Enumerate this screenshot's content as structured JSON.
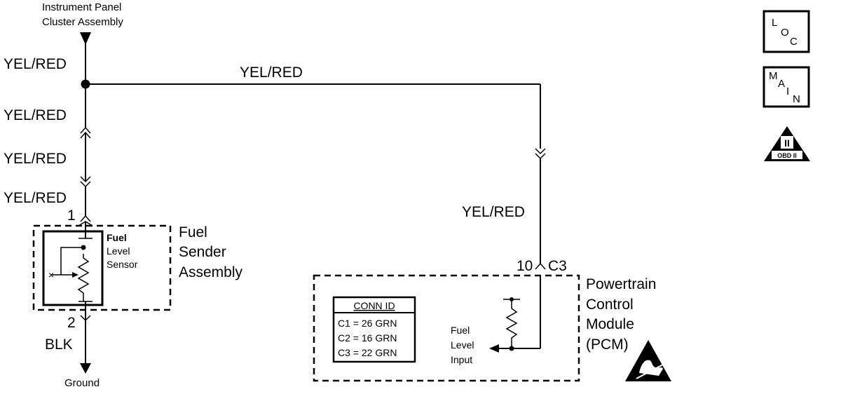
{
  "source_top": {
    "line1": "Instrument Panel",
    "line2": "Cluster Assembly"
  },
  "wire_labels": {
    "top_left": "YEL/RED",
    "top_right": "YEL/RED",
    "left_2": "YEL/RED",
    "left_3": "YEL/RED",
    "left_4": "YEL/RED",
    "right_lower": "YEL/RED",
    "ground_wire": "BLK"
  },
  "sender": {
    "pin_top": "1",
    "pin_bottom": "2",
    "sensor_line1": "Fuel",
    "sensor_line2": "Level",
    "sensor_line3": "Sensor",
    "name_line1": "Fuel",
    "name_line2": "Sender",
    "name_line3": "Assembly"
  },
  "ground": {
    "label": "Ground"
  },
  "pcm": {
    "pin": "10",
    "connector": "C3",
    "name_line1": "Powertrain",
    "name_line2": "Control",
    "name_line3": "Module",
    "name_line4": "(PCM)",
    "input_line1": "Fuel",
    "input_line2": "Level",
    "input_line3": "Input"
  },
  "conn_id": {
    "header": "CONN ID",
    "rows": [
      "C1 = 26 GRN",
      "C2 = 16 GRN",
      "C3 = 22 GRN"
    ]
  },
  "icons": {
    "loc": {
      "l": "L",
      "o": "O",
      "c": "C"
    },
    "main": {
      "m": "M",
      "a": "A",
      "i": "I",
      "n": "N"
    },
    "obd": {
      "roman": "II",
      "label": "OBD II"
    }
  }
}
